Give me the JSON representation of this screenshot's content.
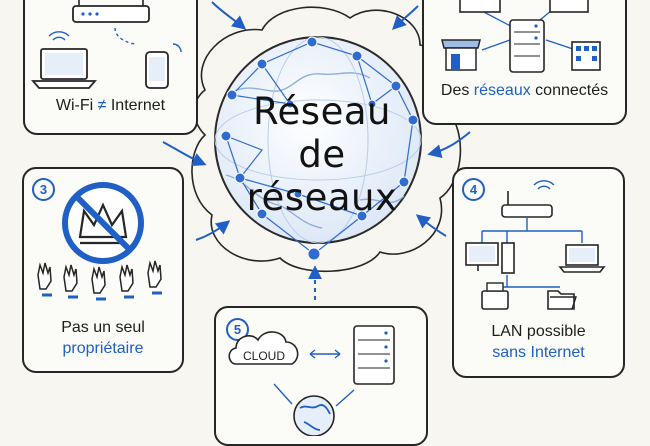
{
  "center": {
    "title_line1": "Réseau",
    "title_line2": "de",
    "title_line3": "réseaux"
  },
  "panels": {
    "wifi": {
      "text_a": "Wi-Fi",
      "symbol": "≠",
      "text_b": "Internet",
      "icons": [
        "router-icon",
        "laptop-icon",
        "smartphone-icon",
        "wifi-icon"
      ]
    },
    "connected": {
      "text_a": "Des",
      "text_b": "réseaux",
      "text_c": "connectés",
      "icons": [
        "house-icon",
        "shop-icon",
        "server-icon",
        "office-building-icon"
      ]
    },
    "owner": {
      "number": "3",
      "line1": "Pas un seul",
      "line2": "propriétaire",
      "icons": [
        "crossed-crown-icon",
        "raised-hands-icon"
      ]
    },
    "lan": {
      "number": "4",
      "line1": "LAN possible",
      "line2": "sans Internet",
      "icons": [
        "router-icon",
        "desktop-icon",
        "laptop-icon",
        "printer-icon",
        "folder-icon"
      ]
    },
    "cloud": {
      "number": "5",
      "cloud_text": "CLOUD",
      "icons": [
        "cloud-icon",
        "server-rack-icon",
        "globe-icon"
      ]
    }
  },
  "colors": {
    "accent": "#1f5fc6",
    "ink": "#262626",
    "background": "#f7f6f1"
  }
}
